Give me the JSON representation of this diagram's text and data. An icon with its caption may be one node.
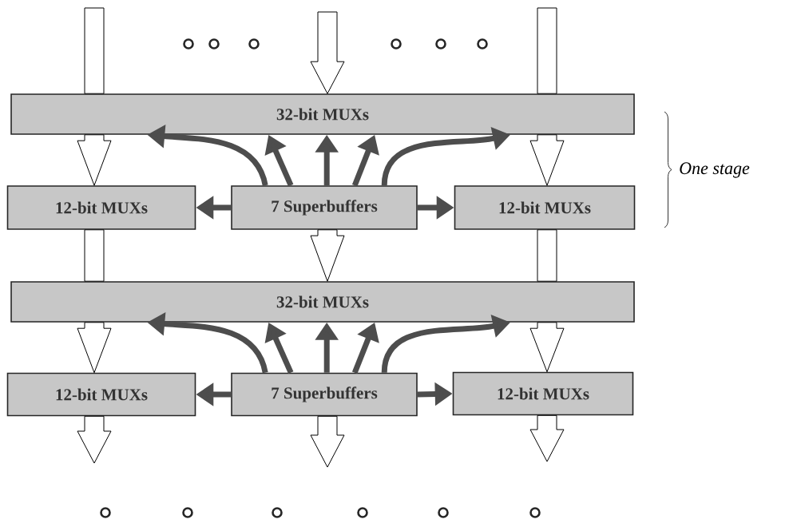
{
  "diagram": {
    "nodes": [
      {
        "text": [
          "32-bit MUXs"
        ]
      },
      {
        "text": [
          "12-bit MUXs"
        ]
      },
      {
        "text": [
          "7 Superbuffers"
        ]
      },
      {
        "text": [
          "12-bit MUXs"
        ]
      },
      {
        "text": [
          "32-bit MUXs"
        ]
      },
      {
        "text": [
          "12-bit MUXs"
        ]
      },
      {
        "text": [
          "7 Superbuffers"
        ]
      },
      {
        "text": [
          "12-bit MUXs"
        ]
      }
    ],
    "edges": [
      {
        "from": null,
        "to": 0,
        "arrow": "none"
      },
      {
        "from": 0,
        "to": 1,
        "arrow": "to"
      },
      {
        "from": 1,
        "to": 4,
        "arrow": "none"
      },
      {
        "from": 4,
        "to": 5,
        "arrow": "to"
      },
      {
        "from": 5,
        "to": null,
        "arrow": "to"
      },
      {
        "from": null,
        "to": 0,
        "arrow": "to"
      },
      {
        "from": 2,
        "to": 4,
        "arrow": "to"
      },
      {
        "from": 6,
        "to": null,
        "arrow": "to"
      },
      {
        "from": null,
        "to": 0,
        "arrow": "none"
      },
      {
        "from": 0,
        "to": 3,
        "arrow": "to"
      },
      {
        "from": 3,
        "to": 4,
        "arrow": "none"
      },
      {
        "from": 4,
        "to": 7,
        "arrow": "to"
      },
      {
        "from": 7,
        "to": null,
        "arrow": "to"
      },
      {
        "from": 2,
        "to": 0,
        "arrow": "to",
        "color": "#4d4d4d"
      },
      {
        "from": 2,
        "to": 0,
        "arrow": "to",
        "color": "#4d4d4d"
      },
      {
        "from": 2,
        "to": 0,
        "arrow": "to",
        "color": "#4d4d4d"
      },
      {
        "from": 2,
        "to": 0,
        "arrow": "to",
        "color": "#4d4d4d"
      },
      {
        "from": 2,
        "to": 0,
        "arrow": "to",
        "color": "#4d4d4d"
      },
      {
        "from": 2,
        "to": 1,
        "arrow": "to",
        "color": "#4d4d4d"
      },
      {
        "from": 2,
        "to": 3,
        "arrow": "to",
        "color": "#4d4d4d"
      },
      {
        "from": 6,
        "to": 4,
        "arrow": "to",
        "color": "#4d4d4d"
      },
      {
        "from": 6,
        "to": 4,
        "arrow": "to",
        "color": "#4d4d4d"
      },
      {
        "from": 6,
        "to": 4,
        "arrow": "to",
        "color": "#4d4d4d"
      },
      {
        "from": 6,
        "to": 4,
        "arrow": "to",
        "color": "#4d4d4d"
      },
      {
        "from": 6,
        "to": 4,
        "arrow": "to",
        "color": "#4d4d4d"
      },
      {
        "from": 6,
        "to": 5,
        "arrow": "to",
        "color": "#4d4d4d"
      },
      {
        "from": 6,
        "to": 7,
        "arrow": "to",
        "color": "#4d4d4d"
      }
    ],
    "labels": [
      "One stage"
    ]
  }
}
